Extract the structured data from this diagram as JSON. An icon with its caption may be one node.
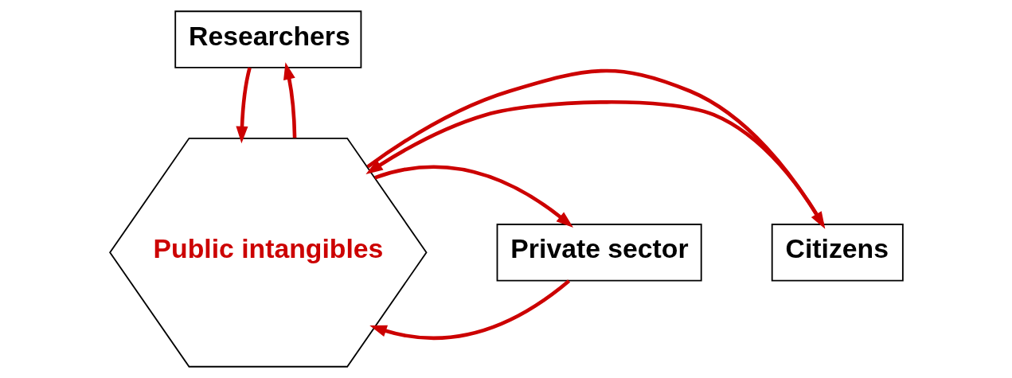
{
  "diagram": {
    "nodes": [
      {
        "text": [
          "Researchers"
        ]
      },
      {
        "text": [
          "Citizens"
        ]
      },
      {
        "text": [
          "Public intangibles"
        ]
      },
      {
        "text": [
          "Private sector"
        ]
      }
    ],
    "edges": [
      {
        "from": 0,
        "to": 2,
        "arrow": "to"
      },
      {
        "from": 2,
        "to": 0,
        "arrow": "to"
      },
      {
        "from": 1,
        "to": 2,
        "arrow": "to"
      },
      {
        "from": 2,
        "to": 1,
        "arrow": "to"
      },
      {
        "from": 3,
        "to": 2,
        "arrow": "to"
      },
      {
        "from": 2,
        "to": 3,
        "arrow": "to"
      }
    ]
  }
}
